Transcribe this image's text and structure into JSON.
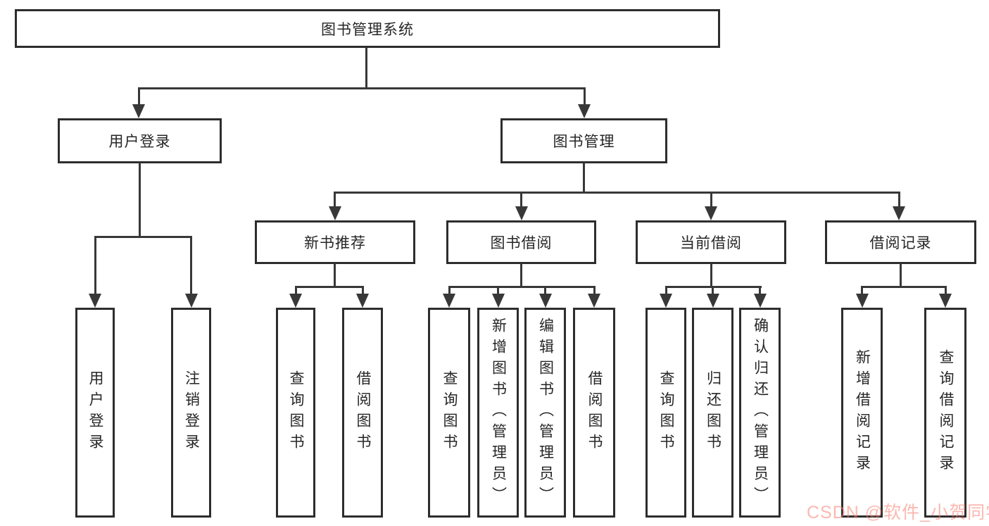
{
  "diagram": {
    "title": "图书管理系统",
    "root": "图书管理系统",
    "level2": [
      "用户登录",
      "图书管理"
    ],
    "level3": [
      "新书推荐",
      "图书借阅",
      "当前借阅",
      "借阅记录"
    ],
    "leaves": {
      "user_login": [
        "用户登录",
        "注销登录"
      ],
      "new_book": [
        "查询图书",
        "借阅图书"
      ],
      "borrow": [
        "查询图书",
        "新增图书（管理员）",
        "编辑图书（管理员）",
        "借阅图书"
      ],
      "current": [
        "查询图书",
        "归还图书",
        "确认归还（管理员）"
      ],
      "records": [
        "新增借阅记录",
        "查询借阅记录"
      ]
    },
    "line_color": "#383838",
    "border_color": "#2d2d2d"
  },
  "watermark": {
    "text": "CSDN @软件_小贺同学",
    "color": "#f77d70"
  }
}
